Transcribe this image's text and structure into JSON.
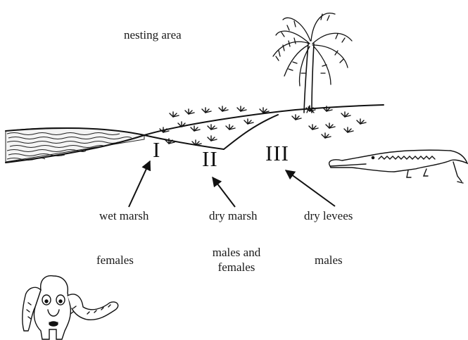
{
  "title": "nesting area",
  "zones": [
    {
      "numeral": "I",
      "habitat": "wet marsh",
      "occupants": "females"
    },
    {
      "numeral": "II",
      "habitat": "dry marsh",
      "occupants_line1": "males and",
      "occupants_line2": "females"
    },
    {
      "numeral": "III",
      "habitat": "dry levees",
      "occupants": "males"
    }
  ],
  "colors": {
    "ink": "#111111",
    "background": "#ffffff"
  },
  "icons": [
    "palm-tree-icon",
    "crocodile-icon",
    "baboon-creature-icon",
    "grass-tuft-icon"
  ]
}
